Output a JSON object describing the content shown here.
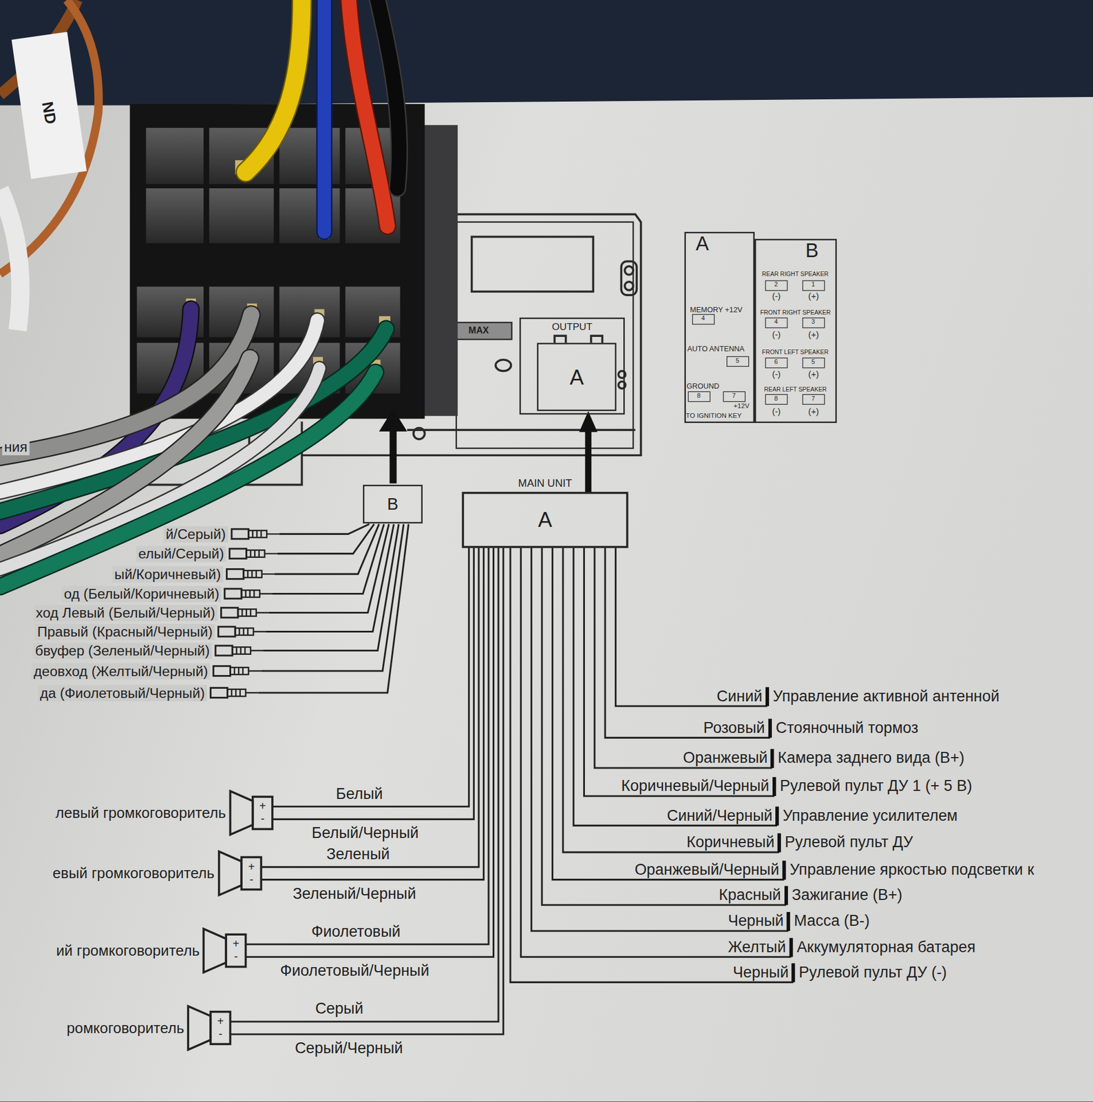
{
  "diagram": {
    "nodes": [
      {
        "text": [
          "OUTPUT"
        ]
      },
      {
        "text": [
          "A"
        ],
        "in": 0
      },
      {
        "text": [
          "A"
        ]
      },
      {
        "text": [
          "4"
        ],
        "in": 2
      },
      {
        "text": [
          "5"
        ],
        "in": 2
      },
      {
        "text": [
          "8"
        ],
        "in": 2
      },
      {
        "text": [
          "7"
        ],
        "in": 2
      },
      {
        "text": [
          "B"
        ]
      },
      {
        "text": [
          "2"
        ],
        "in": 7
      },
      {
        "text": [
          "1"
        ],
        "in": 7
      },
      {
        "text": [
          "4"
        ],
        "in": 7
      },
      {
        "text": [
          "3"
        ],
        "in": 7
      },
      {
        "text": [
          "6"
        ],
        "in": 7
      },
      {
        "text": [
          "5"
        ],
        "in": 7
      },
      {
        "text": [
          "8"
        ],
        "in": 7
      },
      {
        "text": [
          "7"
        ],
        "in": 7
      },
      {
        "text": [
          "B"
        ]
      },
      {
        "text": [
          "MAIN UNIT",
          "A"
        ]
      }
    ],
    "edges": [
      {
        "from": 17,
        "to": 1,
        "arrow": "to"
      }
    ],
    "labels": [
      "ND",
      "MAX",
      "ния",
      "й/Серый)",
      "елый/Серый)",
      "ый/Коричневый)",
      "од (Белый/Коричневый)",
      "ход Левый (Белый/Черный)",
      "Правый (Красный/Черный)",
      "бвуфер (Зеленый/Черный)",
      "деовход (Желтый/Черный)",
      "да (Фиолетовый/Черный)",
      "Синий",
      "Управление активной антенной",
      "Розовый",
      "Стояночный тормоз",
      "Оранжевый",
      "Камера заднего вида (В+)",
      "Коричневый/Черный",
      "Рулевой пульт ДУ 1 (+ 5 В)",
      "Синий/Черный",
      "Управление усилителем",
      "Коричневый",
      "Рулевой пульт ДУ",
      "Оранжевый/Черный",
      "Управление яркостью подсветки к",
      "Красный",
      "Зажигание (В+)",
      "Черный",
      "Масса (В-)",
      "Желтый",
      "Аккумуляторная батарея",
      "Черный",
      "Рулевой пульт ДУ (-)",
      "левый громкоговоритель",
      "+",
      "-",
      "Белый",
      "Белый/Черный",
      "евый громкоговоритель",
      "+",
      "-",
      "Зеленый",
      "Зеленый/Черный",
      "ий громкоговоритель",
      "+",
      "-",
      "Фиолетовый",
      "Фиолетовый/Черный",
      "ромкоговоритель",
      "+",
      "-",
      "Серый",
      "Серый/Черный",
      "MEMORY +12V",
      "AUTO ANTENNA",
      "GROUND",
      "+12V",
      "TO IGNITION KEY",
      "REAR RIGHT SPEAKER",
      "(-)",
      "(+)",
      "FRONT RIGHT SPEAKER",
      "(-)",
      "(+)",
      "FRONT LEFT SPEAKER",
      "(-)",
      "(+)",
      "REAR LEFT SPEAKER",
      "(-)",
      "(+)"
    ]
  }
}
